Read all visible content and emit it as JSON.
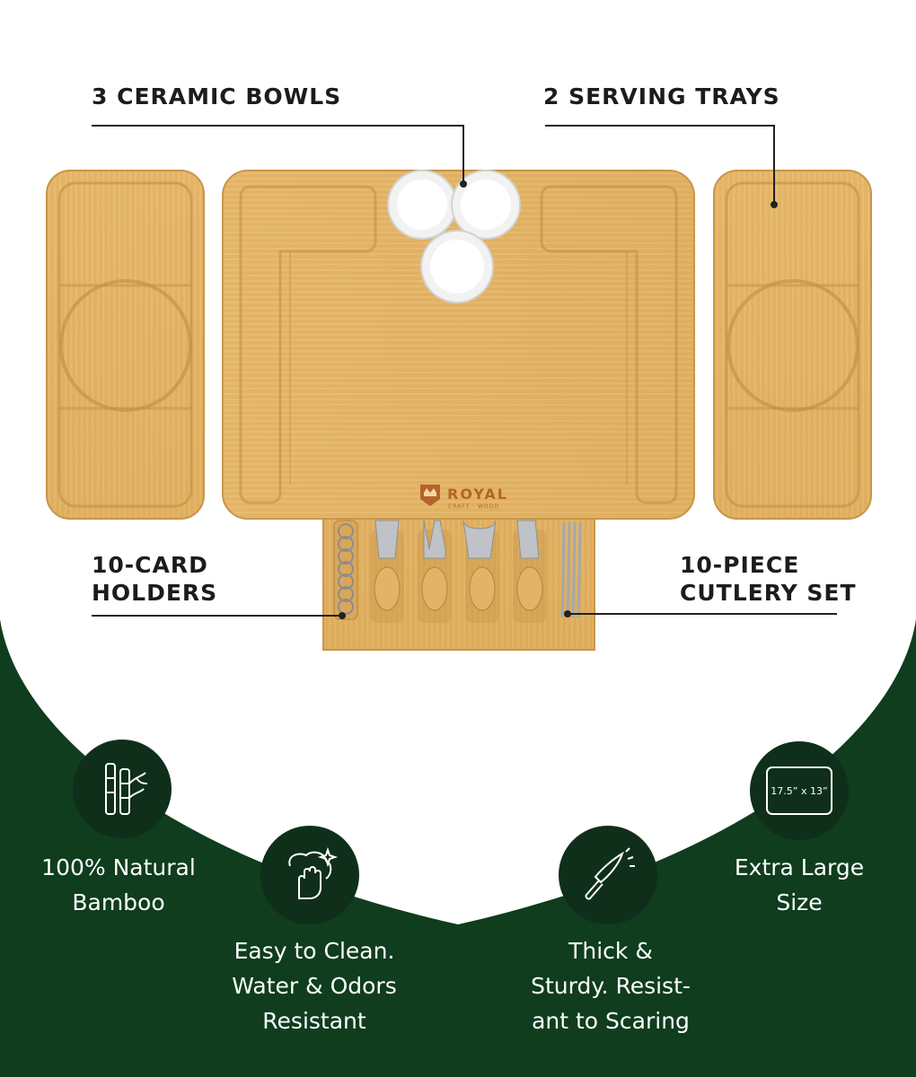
{
  "callouts": {
    "bowls": "3 CERAMIC BOWLS",
    "trays": "2 SERVING TRAYS",
    "card_holders": [
      "10-CARD",
      "HOLDERS"
    ],
    "cutlery": [
      "10-PIECE",
      "CUTLERY SET"
    ]
  },
  "brand": {
    "name": "ROYAL",
    "tagline": "CRAFT · WOOD"
  },
  "features": [
    {
      "icon": "bamboo-icon",
      "lines": [
        "100% Natural",
        "Bamboo"
      ]
    },
    {
      "icon": "clean-hand-icon",
      "lines": [
        "Easy to Clean.",
        "Water & Odors",
        "Resistant"
      ]
    },
    {
      "icon": "knife-icon",
      "lines": [
        "Thick &",
        "Sturdy. Resist-",
        "ant to Scaring"
      ]
    },
    {
      "icon": "board-size-icon",
      "lines": [
        "Extra Large",
        "Size"
      ],
      "size_label": "17.5” x 13”"
    }
  ],
  "colors": {
    "background": "#ffffff",
    "green": "#0f3d1e",
    "icon_circle": "#0f2f1a",
    "wood": "#e3b56a",
    "wood_dark": "#c99549",
    "text_dark": "#1c1c1c",
    "text_light": "#ffffff"
  }
}
